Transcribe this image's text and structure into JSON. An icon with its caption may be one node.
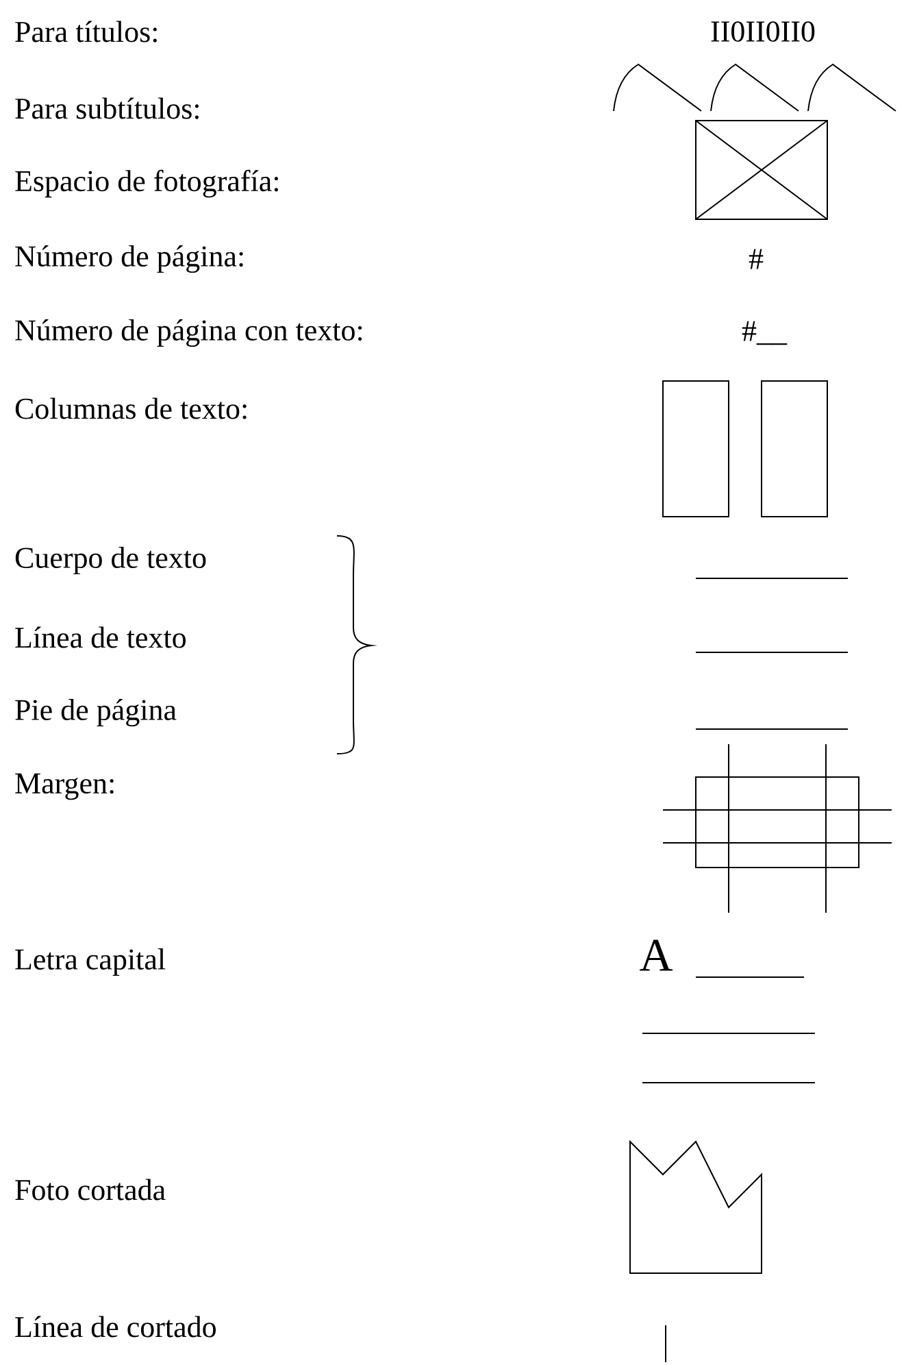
{
  "diagram": {
    "labels": [
      "Para títulos:",
      "II0II0II0",
      "Para subtítulos:",
      "Espacio de fotografía:",
      "Número de página:",
      "#",
      "Número de página con texto:",
      "#__",
      "Columnas de texto:",
      "Cuerpo de texto",
      "Línea de texto",
      "Pie de página",
      "Margen:",
      "Letra capital",
      "A",
      "Foto cortada",
      "Línea de cortado"
    ]
  }
}
